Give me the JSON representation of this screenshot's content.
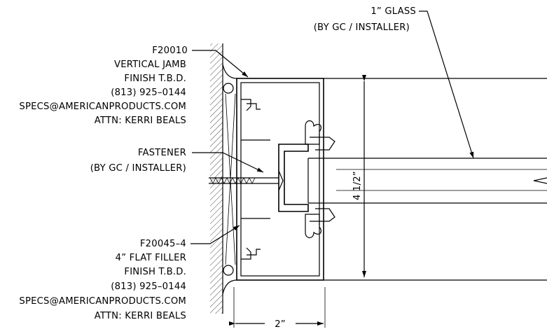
{
  "labels": {
    "glass": [
      "1” GLASS",
      "(BY GC / INSTALLER)"
    ],
    "jamb": [
      "F20010",
      "VERTICAL JAMB",
      "FINISH T.B.D.",
      "(813) 925–0144",
      "SPECS@AMERICANPRODUCTS.COM",
      "ATTN: KERRI BEALS"
    ],
    "fastener": [
      "FASTENER",
      "(BY GC / INSTALLER)"
    ],
    "filler": [
      "F20045–4",
      "4” FLAT FILLER",
      "FINISH T.B.D.",
      "(813) 925–0144",
      "SPECS@AMERICANPRODUCTS.COM",
      "ATTN: KERRI BEALS"
    ]
  },
  "dimensions": {
    "width": "2”",
    "height": "4 1/2”"
  }
}
